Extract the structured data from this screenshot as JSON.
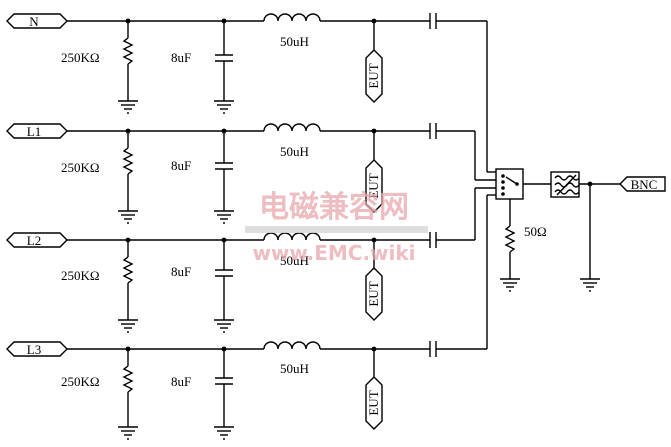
{
  "lines": [
    {
      "id": "n",
      "port": "N",
      "resistor": "250KΩ",
      "capacitor": "8uF",
      "inductor": "50uH",
      "eut": "EUT"
    },
    {
      "id": "l1",
      "port": "L1",
      "resistor": "250KΩ",
      "capacitor": "8uF",
      "inductor": "50uH",
      "eut": "EUT"
    },
    {
      "id": "l2",
      "port": "L2",
      "resistor": "250KΩ",
      "capacitor": "8uF",
      "inductor": "50uH",
      "eut": "EUT"
    },
    {
      "id": "l3",
      "port": "L3",
      "resistor": "250KΩ",
      "capacitor": "8uF",
      "inductor": "50uH",
      "eut": "EUT"
    }
  ],
  "termination": {
    "resistor": "50Ω"
  },
  "output": {
    "port": "BNC"
  },
  "watermark": {
    "line1": "电磁兼容网",
    "line2": "www.EMC.wiki"
  },
  "colors": {
    "wire": "#000000",
    "watermark": "#e8a7ad",
    "watermark_bar": "#d9d9d9"
  }
}
